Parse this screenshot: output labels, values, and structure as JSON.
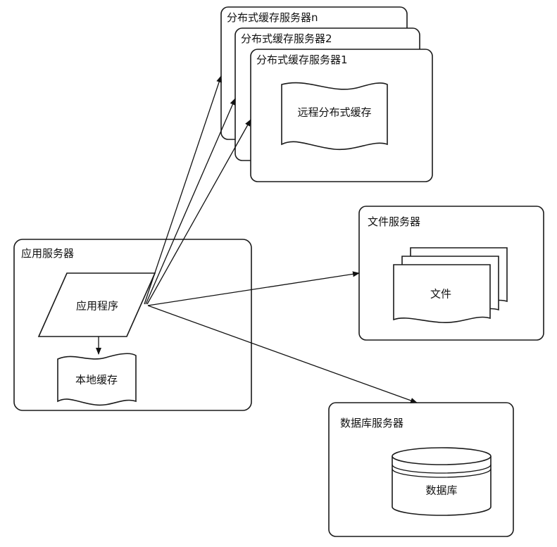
{
  "cache_servers": {
    "server_n_title": "分布式缓存服务器n",
    "server_2_title": "分布式缓存服务器2",
    "server_1_title": "分布式缓存服务器1",
    "remote_cache_label": "远程分布式缓存"
  },
  "app_server": {
    "title": "应用服务器",
    "app_label": "应用程序",
    "local_cache_label": "本地缓存"
  },
  "file_server": {
    "title": "文件服务器",
    "file_label": "文件"
  },
  "db_server": {
    "title": "数据库服务器",
    "db_label": "数据库"
  }
}
